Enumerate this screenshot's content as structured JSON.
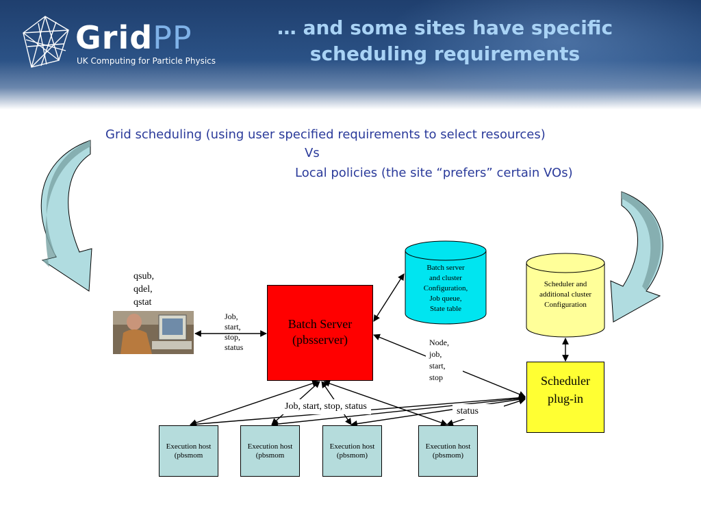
{
  "header": {
    "logo_word_main": "Grid",
    "logo_word_accent": "PP",
    "logo_subtitle": "UK Computing for Particle Physics",
    "title_line1": "… and some sites have specific",
    "title_line2": "scheduling requirements"
  },
  "subtitle": {
    "line1": "Grid scheduling (using user specified requirements to select resources)",
    "line2": "Vs",
    "line3": "Local policies (the site “prefers” certain VOs)"
  },
  "diagram": {
    "user_commands": "qsub,\nqdel,\nqstat",
    "job_label_left": "Job,\nstart,\nstop,\nstatus",
    "batch_server": "Batch Server\n(pbsserver)",
    "batch_db": "Batch server\nand cluster\nConfiguration,\nJob queue,\nState table",
    "scheduler_db": "Scheduler and\nadditional cluster\nConfiguration",
    "node_label": "Node,\njob,\nstart,\nstop",
    "scheduler": "Scheduler\nplug-in",
    "job_label_bottom": "Job, start, stop, status",
    "status_label": "status",
    "exec_hosts": [
      "Execution host\n(pbsmom",
      "Execution host\n(pbsmom",
      "Execution host\n(pbsmom)",
      "Execution host\n(pbsmom)"
    ]
  },
  "colors": {
    "batch_server_fill": "#ff0000",
    "batch_db_fill": "#00e5f0",
    "scheduler_fill": "#ffff33",
    "exec_host_fill": "#b5dcdc",
    "curved_arrow_fill": "#b0dce0",
    "title_color": "#a9d3f5",
    "subtitle_color": "#2a3a9a"
  }
}
